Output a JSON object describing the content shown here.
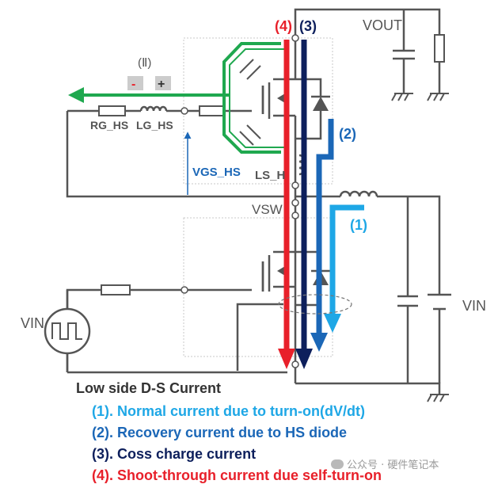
{
  "labels": {
    "vout": "VOUT",
    "vin_right": "VIN",
    "vin_left": "VIN",
    "vsw": "VSW",
    "rg_hs": "RG_HS",
    "lg_hs": "LG_HS",
    "vgs_hs": "VGS_HS",
    "ls_h": "LS_H",
    "roman_two": "(Ⅱ)",
    "minus": "-",
    "plus": "+",
    "tag_4": "(4)",
    "tag_3": "(3)",
    "tag_2": "(2)",
    "tag_1": "(1)"
  },
  "legend": {
    "title": "Low side D-S Current",
    "items": [
      {
        "text": "(1). Normal current due to turn-on(dV/dt)"
      },
      {
        "text": "(2). Recovery current due to HS diode"
      },
      {
        "text": "(3). Coss charge current"
      },
      {
        "text": "(4). Shoot-through current due self-turn-on"
      }
    ]
  },
  "watermark": "公众号 · 硬件笔记本",
  "colors": {
    "red": "#e8202a",
    "navy": "#0d1f5c",
    "mid_blue": "#1b67b7",
    "light_blue": "#1ea7e6",
    "green": "#1fa84f",
    "wire": "#555555"
  }
}
